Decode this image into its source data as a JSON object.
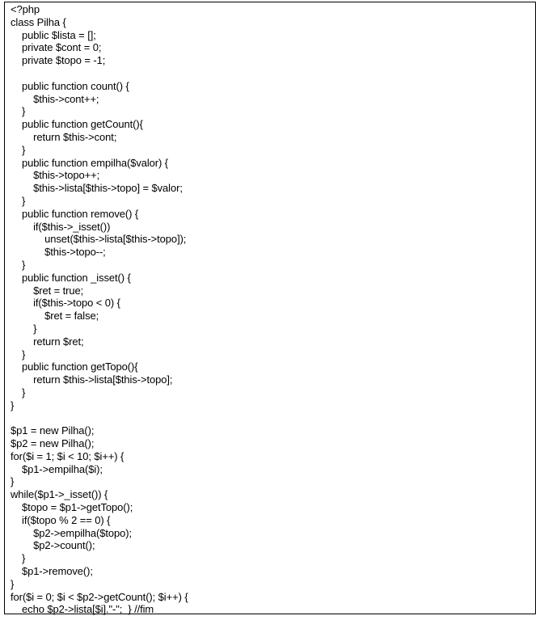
{
  "document": {
    "lines": [
      "<?php",
      "class Pilha {",
      "    public $lista = [];",
      "    private $cont = 0;",
      "    private $topo = -1;",
      "",
      "    public function count() {",
      "        $this->cont++;",
      "    }",
      "    public function getCount(){",
      "        return $this->cont;",
      "    }",
      "    public function empilha($valor) {",
      "        $this->topo++;",
      "        $this->lista[$this->topo] = $valor;",
      "    }",
      "    public function remove() {",
      "        if($this->_isset())",
      "            unset($this->lista[$this->topo]);",
      "            $this->topo--;",
      "    }",
      "    public function _isset() {",
      "        $ret = true;",
      "        if($this->topo < 0) {",
      "            $ret = false;",
      "        }",
      "        return $ret;",
      "    }",
      "    public function getTopo(){",
      "        return $this->lista[$this->topo];",
      "    }",
      "}",
      "",
      "$p1 = new Pilha();",
      "$p2 = new Pilha();",
      "for($i = 1; $i < 10; $i++) {",
      "    $p1->empilha($i);",
      "}",
      "while($p1->_isset()) {",
      "    $topo = $p1->getTopo();",
      "    if($topo % 2 == 0) {",
      "        $p2->empilha($topo);",
      "        $p2->count();",
      "    }",
      "    $p1->remove();",
      "}",
      "for($i = 0; $i < $p2->getCount(); $i++) {",
      "    echo $p2->lista[$i].\"-\";  } //fim"
    ]
  }
}
